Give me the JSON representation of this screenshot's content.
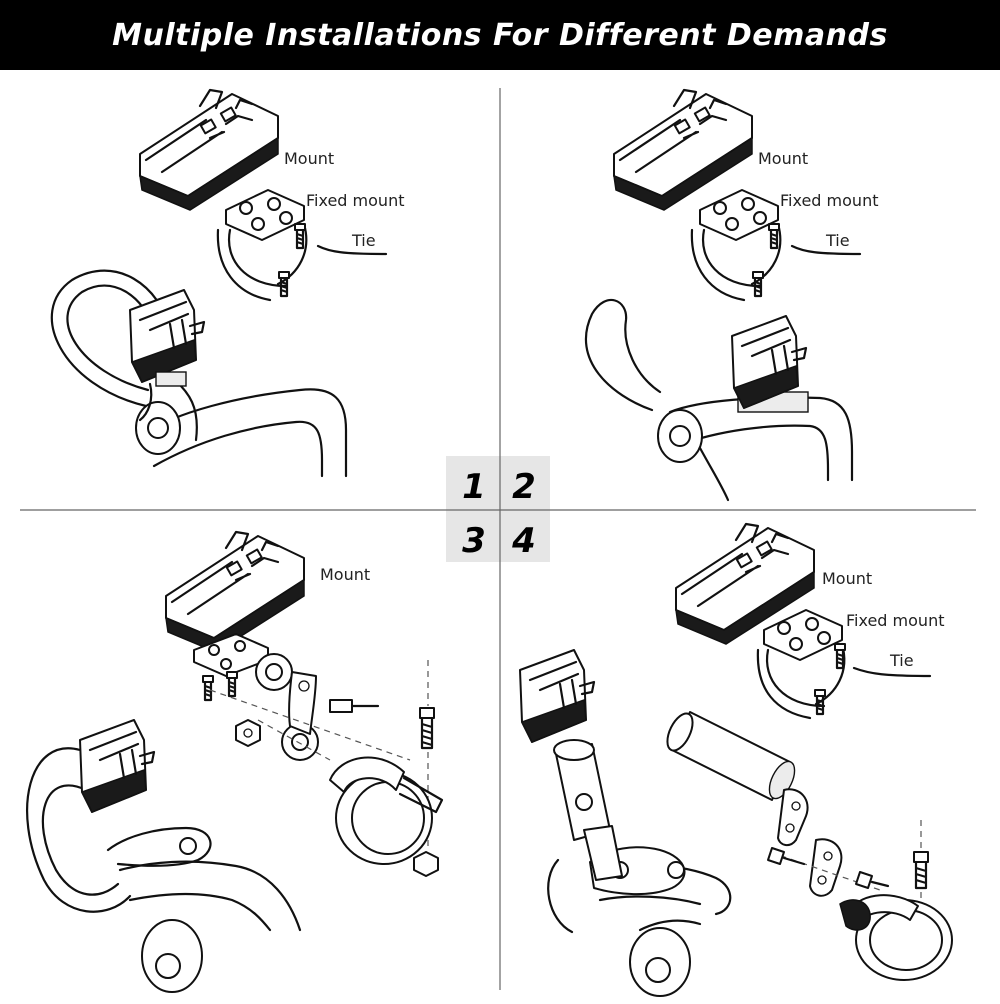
{
  "title": "Multiple Installations For Different Demands",
  "panels": [
    {
      "number": "1",
      "labels": {
        "mount": "Mount",
        "fixed_mount": "Fixed mount",
        "tie": "Tie"
      }
    },
    {
      "number": "2",
      "labels": {
        "mount": "Mount",
        "fixed_mount": "Fixed mount",
        "tie": "Tie"
      }
    },
    {
      "number": "3",
      "labels": {
        "mount": "Mount"
      }
    },
    {
      "number": "4",
      "labels": {
        "mount": "Mount",
        "fixed_mount": "Fixed mount",
        "tie": "Tie"
      }
    }
  ],
  "colors": {
    "banner_bg": "#000000",
    "banner_text": "#ffffff",
    "center_box": "#e6e6e6",
    "line": "#111111"
  }
}
